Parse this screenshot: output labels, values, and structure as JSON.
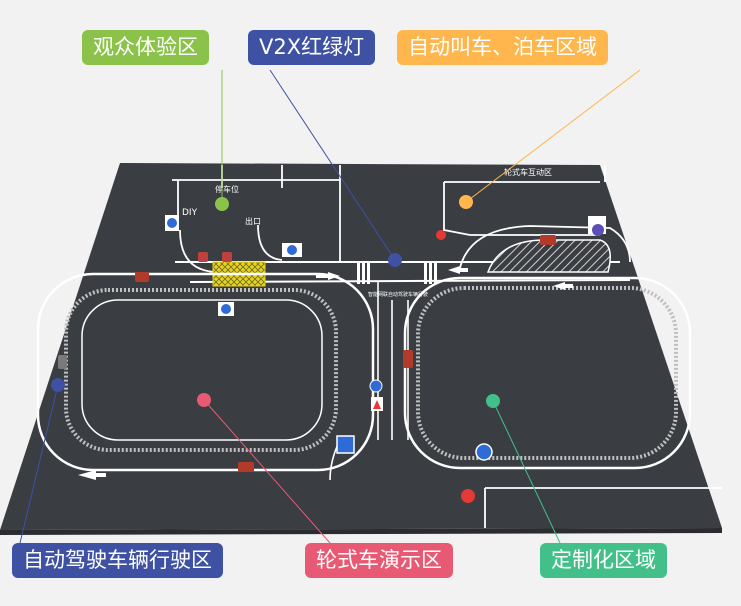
{
  "colors": {
    "spectator": "#8bc34a",
    "v2x": "#3f51a3",
    "parking": "#ffb74d",
    "autodrive": "#3f51a3",
    "wheeled": "#e85a73",
    "custom": "#43c08a",
    "asphalt": "#3a3d42",
    "road_line": "#ffffff",
    "crosswalk": "#e8d21a"
  },
  "zones": [
    {
      "id": "spectator",
      "label": "观众体验区",
      "icon": "green-dot"
    },
    {
      "id": "v2x",
      "label": "V2X红绿灯",
      "icon": "blue-dot"
    },
    {
      "id": "parking",
      "label": "自动叫车、泊车区域",
      "icon": "orange-dot"
    },
    {
      "id": "autodrive",
      "label": "自动驾驶车辆行驶区",
      "icon": "blue-dot"
    },
    {
      "id": "wheeled",
      "label": "轮式车演示区",
      "icon": "pink-dot"
    },
    {
      "id": "custom",
      "label": "定制化区域",
      "icon": "green-dot"
    }
  ],
  "map_text": {
    "parking_lot": "停车位",
    "exit": "出口",
    "interaction_area": "轮式车互动区",
    "diy": "DIY",
    "road_marking": "智能网联自动驾驶车辆行驶"
  }
}
